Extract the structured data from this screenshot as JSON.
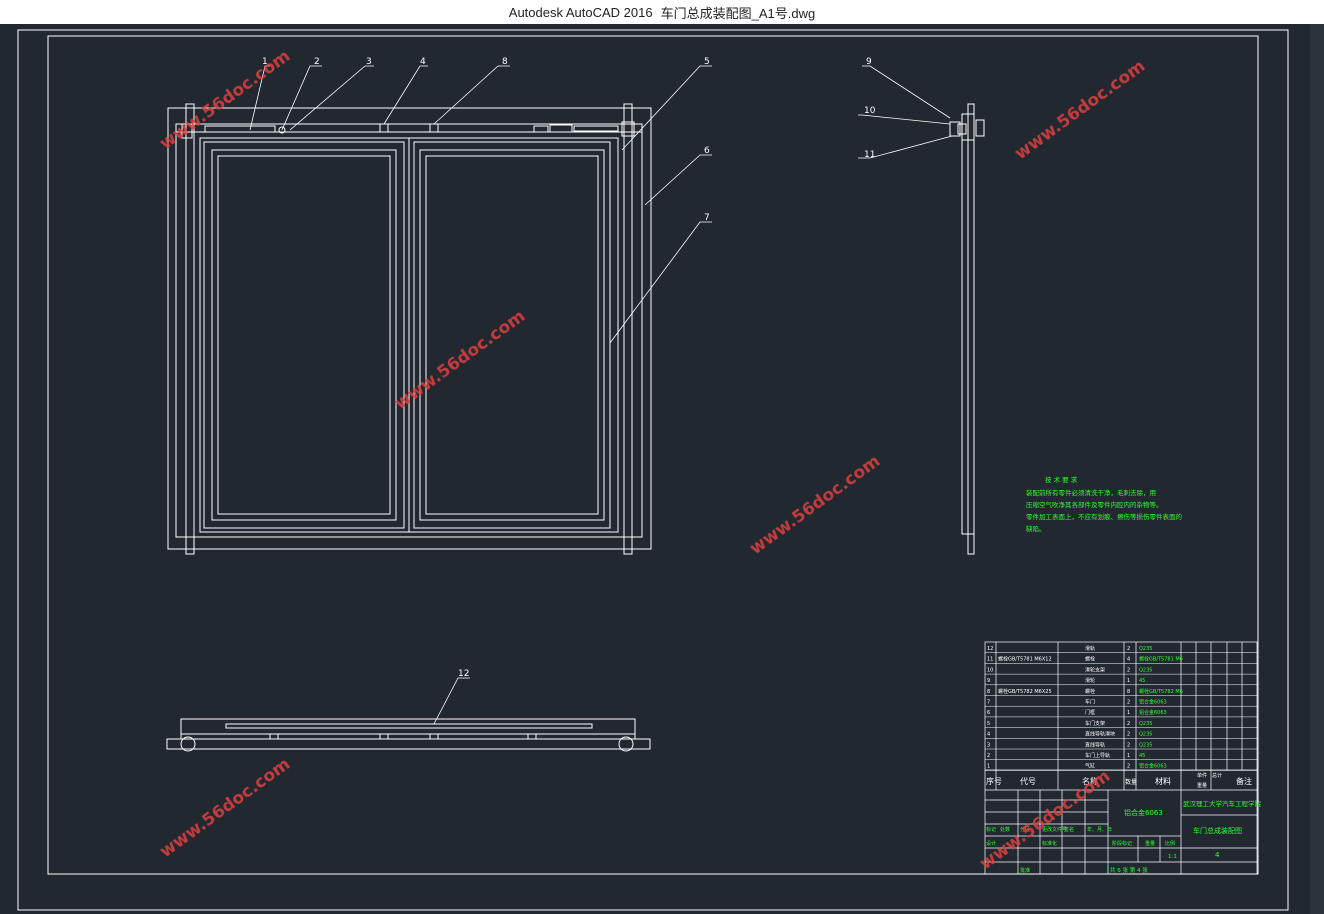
{
  "titlebar": {
    "app": "Autodesk AutoCAD 2016",
    "file": "车门总成装配图_A1号.dwg"
  },
  "balloons": [
    "1",
    "2",
    "3",
    "4",
    "8",
    "5",
    "6",
    "7",
    "9",
    "10",
    "11",
    "12"
  ],
  "watermark": "www.56doc.com",
  "tech_req": {
    "title": "技 术 要 求",
    "lines": [
      "装配前所有零件必须清洗干净，毛刺去除，用",
      "压缩空气吹净其各部件及零件内腔内的杂物等。",
      "零件加工表面上，不应有划痕、擦伤等损伤零件表面的",
      "缺陷。"
    ]
  },
  "bom": {
    "rows": [
      {
        "no": "12",
        "code": "",
        "name": "滑轨",
        "qty": "2",
        "mat": "Q235"
      },
      {
        "no": "11",
        "code": "螺栓GB/T5781 M6X12",
        "name": "螺栓",
        "qty": "4",
        "mat": "螺栓GB/T5781 M6"
      },
      {
        "no": "10",
        "code": "",
        "name": "滑轮支架",
        "qty": "2",
        "mat": "Q235"
      },
      {
        "no": "9",
        "code": "",
        "name": "滑轮",
        "qty": "1",
        "mat": "45"
      },
      {
        "no": "8",
        "code": "螺栓GB/T5782 M6X25",
        "name": "螺栓",
        "qty": "8",
        "mat": "螺栓GB/T5782 M6"
      },
      {
        "no": "7",
        "code": "",
        "name": "车门",
        "qty": "2",
        "mat": "铝合金6063"
      },
      {
        "no": "6",
        "code": "",
        "name": "门框",
        "qty": "1",
        "mat": "铝合金6063"
      },
      {
        "no": "5",
        "code": "",
        "name": "车门支架",
        "qty": "2",
        "mat": "Q235"
      },
      {
        "no": "4",
        "code": "",
        "name": "直线导轨滑块",
        "qty": "2",
        "mat": "Q235"
      },
      {
        "no": "3",
        "code": "",
        "name": "直线导轨",
        "qty": "2",
        "mat": "Q235"
      },
      {
        "no": "2",
        "code": "",
        "name": "车门上导轨",
        "qty": "1",
        "mat": "45"
      },
      {
        "no": "1",
        "code": "",
        "name": "气缸",
        "qty": "2",
        "mat": "铝合金6063"
      }
    ],
    "header": {
      "no": "序号",
      "code": "代号",
      "name": "名称",
      "qty": "数量",
      "mat": "材料",
      "unitw": "单件",
      "totw": "总计",
      "weight": "重量",
      "remark": "备注"
    },
    "material": "铝合金6063",
    "school": "武汉理工大学汽车工程学院",
    "drawing_name": "车门总成装配图",
    "small": [
      "标记",
      "处数",
      "分区",
      "更改文件号",
      "签名",
      "年、月、日"
    ],
    "small2": [
      "设计",
      "",
      "标准化",
      "阶段标记",
      "重量",
      "比例"
    ],
    "scale": "1:1",
    "sheet": "共 6 张   第 4 张",
    "sheet_no": "4",
    "approve": "批准"
  },
  "colors": {
    "bg": "#212830",
    "line": "#ffffff",
    "green": "#33ff33",
    "watermark": "#e04040"
  }
}
